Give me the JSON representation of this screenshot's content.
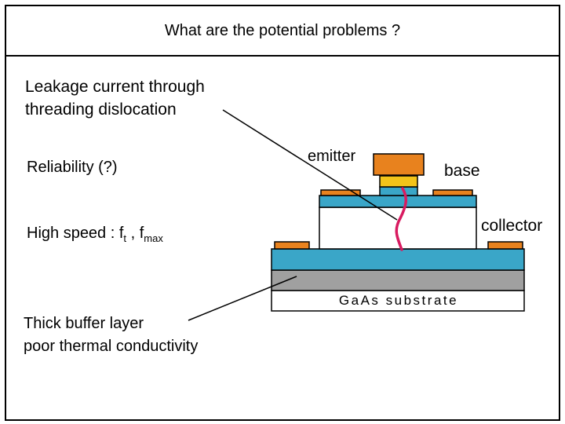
{
  "title": "What are the potential problems ?",
  "issues": {
    "leakage_line1": "Leakage current through",
    "leakage_line2": "threading dislocation",
    "reliability": "Reliability (?)",
    "high_speed_prefix": "High speed  : f",
    "high_speed_sub1": "t",
    "high_speed_mid": " , f",
    "high_speed_sub2": "max",
    "buffer_line1": "Thick buffer layer",
    "buffer_line2": "poor thermal conductivity"
  },
  "device_labels": {
    "emitter": "emitter",
    "base": "base",
    "collector": "collector",
    "substrate": "GaAs substrate"
  },
  "colors": {
    "metal_contact": "#e8821e",
    "semiconductor_layer": "#3aa6c8",
    "buffer_layer": "#a0a0a0",
    "emitter_cap": "#f2c31a",
    "dislocation": "#d81b60"
  }
}
